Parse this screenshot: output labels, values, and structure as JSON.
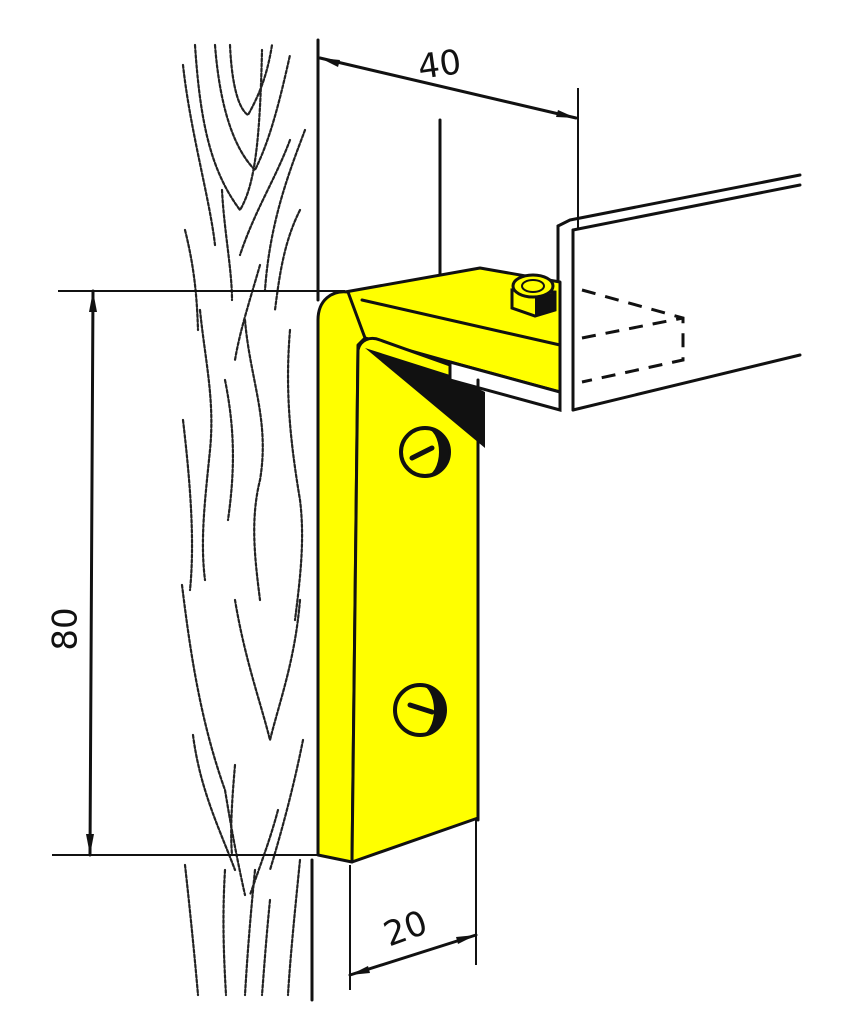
{
  "diagram": {
    "subject": "angle-bracket-mounted-on-wooden-post",
    "colors": {
      "bracket_fill": "#ffff00",
      "ink": "#111111",
      "background": "#ffffff"
    },
    "dimensions": {
      "top_width": "40",
      "height": "80",
      "bottom_width": "20"
    },
    "parts": [
      "wooden-post",
      "yellow-angle-bracket",
      "screw-upper",
      "screw-lower",
      "hex-bolt",
      "steel-angle-profile",
      "hidden-shelf-board"
    ]
  }
}
